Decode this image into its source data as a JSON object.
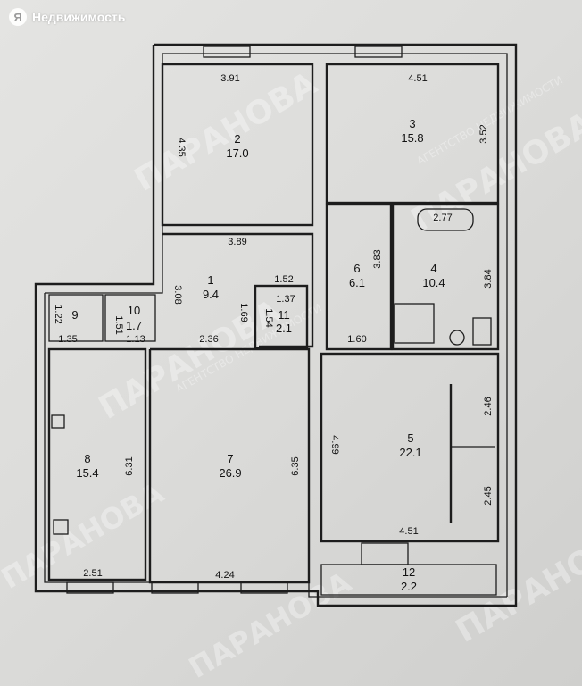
{
  "brand": {
    "logo_glyph": "Я",
    "name": "Недвижимость"
  },
  "watermark": {
    "text": "ПАРАНОВА",
    "subtext": "АГЕНТСТВО НЕДВИЖИМОСТИ"
  },
  "rooms": [
    {
      "id": "2",
      "area": "17.0"
    },
    {
      "id": "3",
      "area": "15.8"
    },
    {
      "id": "1",
      "area": "9.4"
    },
    {
      "id": "6",
      "area": "6.1"
    },
    {
      "id": "4",
      "area": "10.4"
    },
    {
      "id": "9",
      "area": ""
    },
    {
      "id": "10",
      "area": "1.7"
    },
    {
      "id": "11",
      "area": "2.1"
    },
    {
      "id": "8",
      "area": "15.4"
    },
    {
      "id": "7",
      "area": "26.9"
    },
    {
      "id": "5",
      "area": "22.1"
    },
    {
      "id": "12",
      "area": "2.2"
    }
  ],
  "dimensions": [
    "3.91",
    "4.51",
    "4.35",
    "3.52",
    "3.89",
    "2.77",
    "3.83",
    "3.84",
    "3.08",
    "1.52",
    "1.37",
    "1.69",
    "1.54",
    "1.22",
    "1.51",
    "1.35",
    "1.13",
    "2.36",
    "1.60",
    "6.31",
    "6.35",
    "4.99",
    "2.46",
    "2.45",
    "2.51",
    "4.24",
    "4.51"
  ],
  "colors": {
    "paper": "#dcdcda",
    "ink": "#1d1d1d",
    "logo_text": "#ffffff"
  }
}
